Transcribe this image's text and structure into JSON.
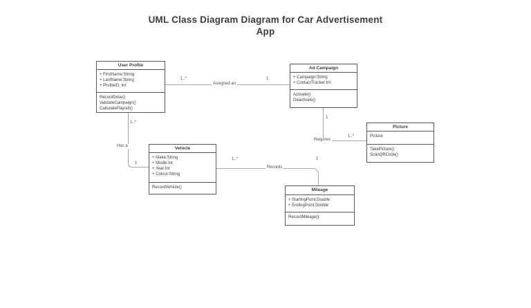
{
  "diagram_title": {
    "line1": "UML Class Diagram Diagram for Car Advertisement",
    "line2": "App"
  },
  "classes": {
    "user_profile": {
      "name": "User Profile",
      "attributes": [
        "+ FirstName:String",
        "+ LastName:String",
        "+ ProfileID: Int"
      ],
      "methods": [
        "RecordDrive()",
        "ValidateCampaign()",
        "CalculatePayout()"
      ]
    },
    "ad_campaign": {
      "name": "Ad Campaign",
      "attributes": [
        "+ Campaign:String",
        "+ ContactTracker:Int"
      ],
      "methods": [
        "Activate()",
        "Deactivate()"
      ]
    },
    "picture": {
      "name": "Picture",
      "attributes": [
        "Picture"
      ],
      "methods": [
        "TakePicture()",
        "ScanQRCode()"
      ]
    },
    "vehicle": {
      "name": "Vehicle",
      "attributes": [
        "+ Make:String",
        "+ Modle:Int",
        "+ Year:Int",
        "+ Colour:String"
      ],
      "methods": [
        "RecordVehicle()"
      ]
    },
    "mileage": {
      "name": "Mileage",
      "attributes": [
        "+ StartingPoint:Double",
        "+ EndingPoint:Double"
      ],
      "methods": [
        "RecordMileage()"
      ]
    }
  },
  "relationships": {
    "assigned_an": {
      "label": "Assigned an",
      "source": "User Profile",
      "target": "Ad Campaign",
      "source_multiplicity": "1..*",
      "target_multiplicity": "1"
    },
    "has_a": {
      "label": "Has a",
      "source": "User Profile",
      "target": "Vehicle",
      "source_multiplicity": "1..*",
      "target_multiplicity": "1"
    },
    "requires": {
      "label": "Requires",
      "source": "Ad Campaign",
      "target": "Picture",
      "source_multiplicity": "1",
      "target_multiplicity": "1..*"
    },
    "records": {
      "label": "Records",
      "source": "Vehicle",
      "target": "Mileage",
      "source_multiplicity": "1..*",
      "target_multiplicity": "1"
    }
  },
  "colors": {
    "background": "#ffffff",
    "box_border": "#565656",
    "connector_line": "#a6a6a6",
    "title_text": "#3b3b3b",
    "body_text": "#3a3a3a"
  }
}
